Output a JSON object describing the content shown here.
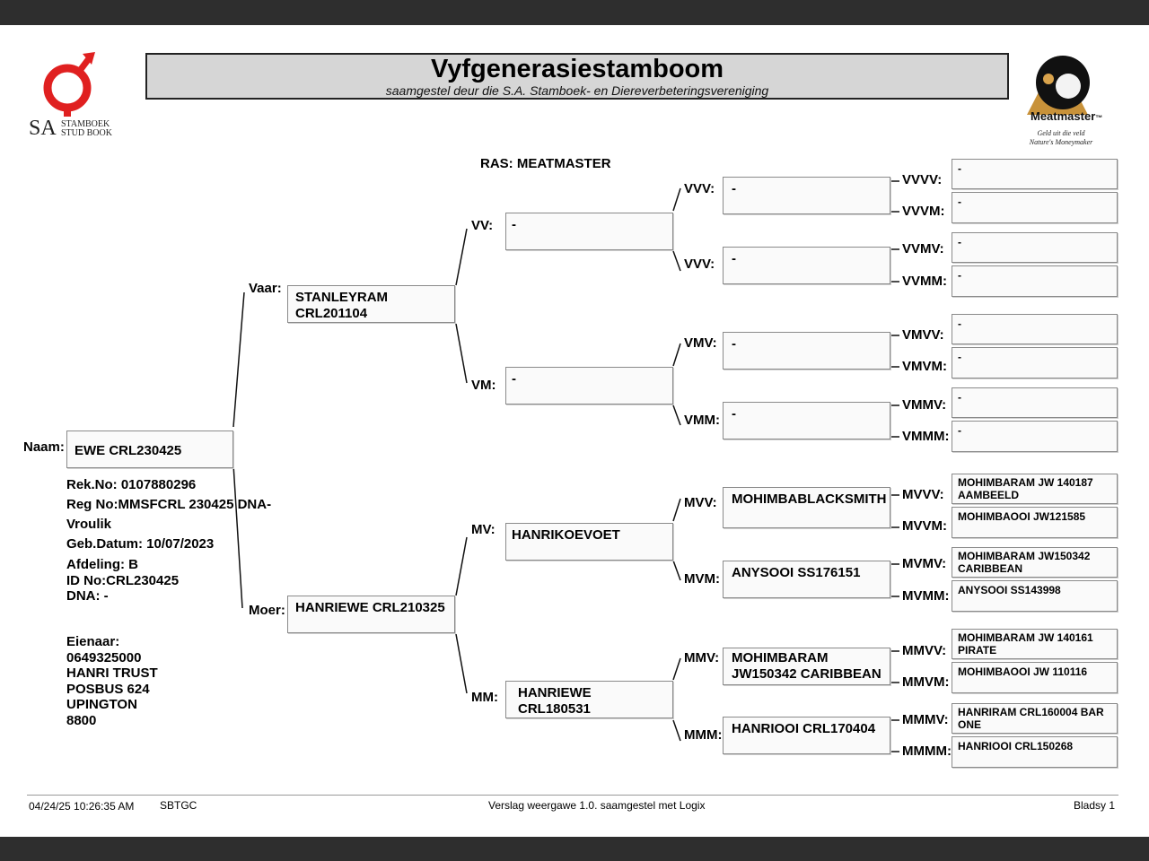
{
  "header": {
    "title": "Vyfgenerasiestamboom",
    "subtitle": "saamgestel deur die S.A. Stamboek- en Diereverbeteringsvereniging"
  },
  "logo_left": {
    "line1": "STAMBOEK",
    "line2": "STUD BOOK",
    "prefix": "SA",
    "color": "#e02020"
  },
  "logo_right": {
    "name": "Meatmaster",
    "tm": "™",
    "tagline1": "Geld uit die veld",
    "tagline2": "Nature's Moneymaker"
  },
  "breed": "RAS: MEATMASTER",
  "animal": {
    "label": "Naam:",
    "name": "EWE CRL230425",
    "details": [
      "Rek.No: 0107880296",
      "Reg No:MMSFCRL 230425 DNA-",
      "Vroulik",
      "Geb.Datum: 10/07/2023"
    ],
    "afdeling": "Afdeling: B",
    "id_no": "ID No:CRL230425",
    "dna": "DNA: -",
    "owner": [
      "Eienaar:",
      "0649325000",
      "HANRI TRUST",
      "POSBUS 624",
      "UPINGTON",
      "8800"
    ]
  },
  "gen1": [
    {
      "label": "Vaar:",
      "lines": [
        "STANLEYRAM",
        "CRL201104"
      ]
    },
    {
      "label": "Moer:",
      "lines": [
        "HANRIEWE CRL210325"
      ]
    }
  ],
  "gen2": [
    {
      "label": "VV:",
      "lines": [
        "-"
      ]
    },
    {
      "label": "VM:",
      "lines": [
        "-"
      ]
    },
    {
      "label": "MV:",
      "lines": [
        "HANRIKOEVOET"
      ]
    },
    {
      "label": "MM:",
      "lines": [
        "HANRIEWE CRL180531"
      ]
    }
  ],
  "gen3": [
    {
      "label": "VVV:",
      "lines": [
        "-"
      ]
    },
    {
      "label": "VVV:",
      "lines": [
        "-"
      ]
    },
    {
      "label": "VMV:",
      "lines": [
        "-"
      ]
    },
    {
      "label": "VMM:",
      "lines": [
        "-"
      ]
    },
    {
      "label": "MVV:",
      "lines": [
        "MOHIMBABLACKSMITH"
      ]
    },
    {
      "label": "MVM:",
      "lines": [
        "ANYSOOI SS176151"
      ]
    },
    {
      "label": "MMV:",
      "lines": [
        "MOHIMBARAM",
        "JW150342 CARIBBEAN"
      ]
    },
    {
      "label": "MMM:",
      "lines": [
        "HANRIOOI CRL170404"
      ]
    }
  ],
  "gen4": [
    {
      "label": "VVVV:",
      "lines": [
        "-"
      ]
    },
    {
      "label": "VVVM:",
      "lines": [
        "-"
      ]
    },
    {
      "label": "VVMV:",
      "lines": [
        "-"
      ]
    },
    {
      "label": "VVMM:",
      "lines": [
        "-"
      ]
    },
    {
      "label": "VMVV:",
      "lines": [
        "-"
      ]
    },
    {
      "label": "VMVM:",
      "lines": [
        "-"
      ]
    },
    {
      "label": "VMMV:",
      "lines": [
        "-"
      ]
    },
    {
      "label": "VMMM:",
      "lines": [
        "-"
      ]
    },
    {
      "label": "MVVV:",
      "lines": [
        "MOHIMBARAM JW 140187",
        "AAMBEELD"
      ]
    },
    {
      "label": "MVVM:",
      "lines": [
        "MOHIMBAOOI JW121585"
      ]
    },
    {
      "label": "MVMV:",
      "lines": [
        "MOHIMBARAM JW150342",
        "CARIBBEAN"
      ]
    },
    {
      "label": "MVMM:",
      "lines": [
        "ANYSOOI SS143998"
      ]
    },
    {
      "label": "MMVV:",
      "lines": [
        "MOHIMBARAM JW 140161",
        "PIRATE"
      ]
    },
    {
      "label": "MMVM:",
      "lines": [
        "MOHIMBAOOI JW 110116"
      ]
    },
    {
      "label": "MMMV:",
      "lines": [
        "HANRIRAM CRL160004 BAR",
        "ONE"
      ]
    },
    {
      "label": "MMMM:",
      "lines": [
        "HANRIOOI CRL150268"
      ]
    }
  ],
  "footer": {
    "timestamp": "04/24/25 10:26:35 AM",
    "code": "SBTGC",
    "version": "Verslag weergawe 1.0. saamgestel met Logix",
    "page": "Bladsy 1"
  }
}
